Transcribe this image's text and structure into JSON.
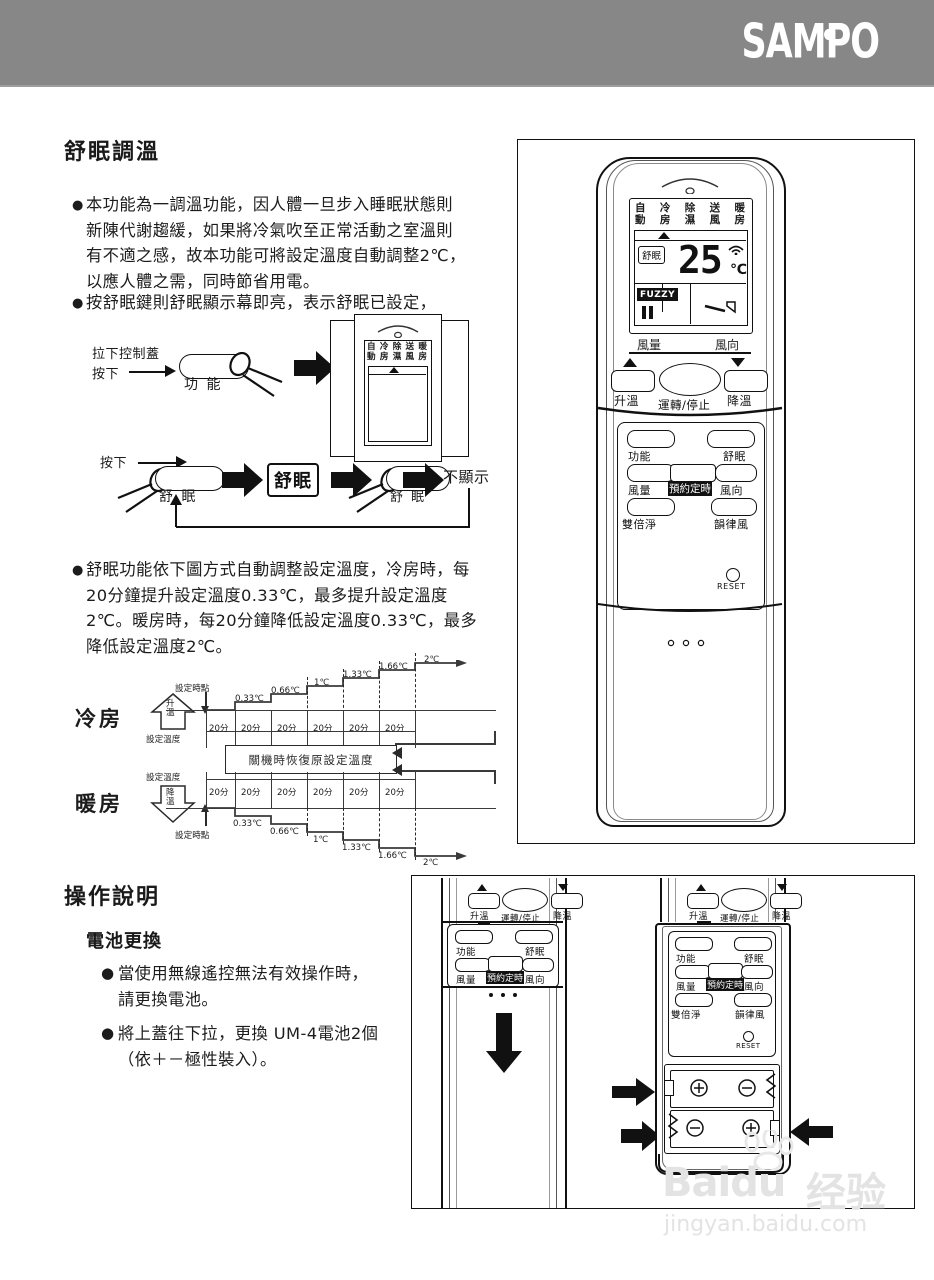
{
  "header": {
    "brand": "SAMPO",
    "bar_color": "#878787"
  },
  "sections": {
    "sleep_title": "舒眠調溫",
    "operation_title": "操作說明",
    "battery_title": "電池更換"
  },
  "paragraphs": {
    "p1": "本功能為一調溫功能，因人體一旦步入睡眠狀態則新陳代謝趨緩，如果將冷氣吹至正常活動之室溫則有不適之感，故本功能可將設定溫度自動調整2℃，以應人體之需，同時節省用電。",
    "p2": "按舒眠鍵則舒眠顯示幕即亮，表示舒眠已設定，",
    "p3": "舒眠功能依下圖方式自動調整設定溫度，冷房時，每20分鐘提升設定溫度0.33℃，最多提升設定溫度2℃。暖房時，每20分鐘降低設定溫度0.33℃，最多降低設定溫度2℃。",
    "b1": "當使用無線遙控無法有效操作時，請更換電池。",
    "b2": "將上蓋往下拉，更換 UM-4電池2個（依＋－極性裝入）。"
  },
  "flow": {
    "pull_cover": "拉下控制蓋",
    "press1": "按下",
    "press2": "按下",
    "key_function": "功 能",
    "key_sleep_a": "舒 眠",
    "key_sleep_b": "舒 眠",
    "display_sleep": "舒眠",
    "not_shown": "不顯示"
  },
  "remote": {
    "modes": [
      "自動",
      "冷房",
      "除濕",
      "送風",
      "暖房"
    ],
    "mode_top": [
      "自",
      "冷",
      "除",
      "送",
      "暖"
    ],
    "mode_bottom": [
      "動",
      "房",
      "濕",
      "風",
      "房"
    ],
    "sleep_badge": "舒眠",
    "fuzzy_badge": "FUZZY",
    "temperature": "25",
    "temp_unit": "℃",
    "fan_label": "風量",
    "swing_label": "風向",
    "up_label": "升溫",
    "down_label": "降溫",
    "run_stop_label": "運轉/停止",
    "buttons": {
      "function": "功能",
      "sleep": "舒眠",
      "fan": "風量",
      "timer": "預約定時",
      "swing": "風向",
      "double_clean": "雙倍淨",
      "rhythm_wind": "韻律風",
      "reset": "RESET"
    }
  },
  "chart_data": {
    "type": "line",
    "title": "舒眠功能自動調整設定溫度圖",
    "series": [
      {
        "name": "冷房",
        "mode_label": "冷房",
        "arrow_label": "升溫",
        "baseline_label": "設定溫度",
        "start_label": "設定時點",
        "direction": "up",
        "x_intervals": [
          "20分",
          "20分",
          "20分",
          "20分",
          "20分",
          "20分"
        ],
        "step_labels": [
          "0.33℃",
          "0.66℃",
          "1℃",
          "1.33℃",
          "1.66℃",
          "2℃"
        ],
        "values": [
          0,
          0.33,
          0.66,
          1,
          1.33,
          1.66,
          2
        ]
      },
      {
        "name": "暖房",
        "mode_label": "暖房",
        "arrow_label": "降溫",
        "baseline_label": "設定溫度",
        "start_label": "設定時點",
        "direction": "down",
        "x_intervals": [
          "20分",
          "20分",
          "20分",
          "20分",
          "20分",
          "20分"
        ],
        "step_labels": [
          "0.33℃",
          "0.66℃",
          "1℃",
          "1.33℃",
          "1.66℃",
          "2℃"
        ],
        "values": [
          0,
          -0.33,
          -0.66,
          -1,
          -1.33,
          -1.66,
          -2
        ]
      }
    ],
    "annotation": "關機時恢復原設定溫度",
    "xlabel": "",
    "ylabel": "",
    "grid": false
  },
  "battery": {
    "polarity_plus": "＋",
    "polarity_minus": "－",
    "cells": [
      {
        "left": "plus",
        "right": "minus"
      },
      {
        "left": "minus",
        "right": "plus"
      }
    ]
  },
  "watermark": {
    "brand": "Baidu",
    "suffix": "经验",
    "url": "jingyan.baidu.com"
  }
}
